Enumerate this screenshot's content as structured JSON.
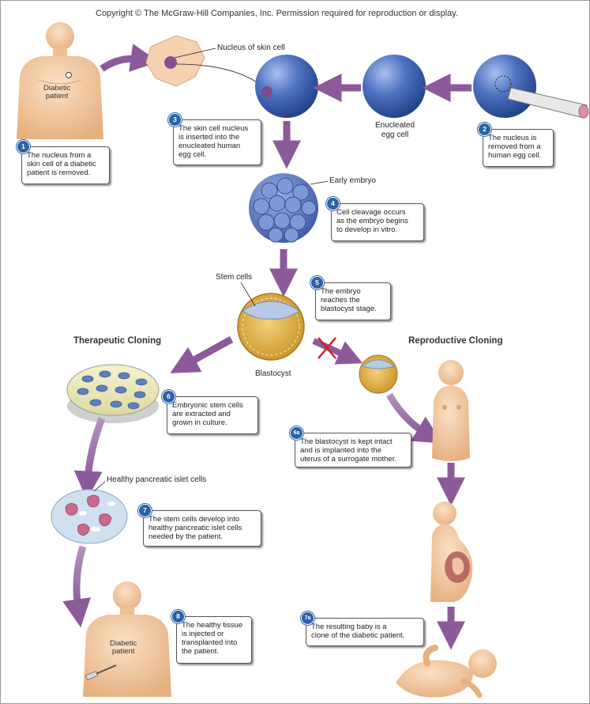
{
  "copyright": "Copyright © The McGraw-Hill Companies, Inc. Permission required for reproduction or display.",
  "sections": {
    "therapeutic": "Therapeutic Cloning",
    "reproductive": "Reproductive Cloning"
  },
  "labels": {
    "diabetic_patient_top": "Diabetic\npatient",
    "diabetic_patient_bottom": "Diabetic\npatient",
    "nucleus_of_skin_cell": "Nucleus of skin cell",
    "enucleated_egg_cell": "Enucleated\negg cell",
    "early_embryo": "Early embryo",
    "stem_cells": "Stem cells",
    "blastocyst": "Blastocyst",
    "healthy_islet_cells": "Healthy pancreatic islet cells"
  },
  "steps": [
    {
      "num": "1",
      "text": "The nucleus from a\nskin cell of a diabetic\npatient is removed."
    },
    {
      "num": "2",
      "text": "The nucleus is\nremoved from a\nhuman egg cell."
    },
    {
      "num": "3",
      "text": "The skin cell nucleus\nis inserted into the\nenucleated human\negg cell."
    },
    {
      "num": "4",
      "text": "Cell cleavage occurs\nas the embryo begins\nto develop in vitro."
    },
    {
      "num": "5",
      "text": "The embryo\nreaches the\nblastocyst stage."
    },
    {
      "num": "6",
      "text": "Embryonic stem cells\nare extracted and\ngrown in culture."
    },
    {
      "num": "6a",
      "text": "The blastocyst is kept intact\nand is implanted into the\nuterus of a surrogate mother."
    },
    {
      "num": "7",
      "text": "The stem cells develop into\nhealthy pancreatic islet cells\nneeded by the patient."
    },
    {
      "num": "7a",
      "text": "The resulting baby is a\nclone of the diabetic patient."
    },
    {
      "num": "8",
      "text": "The healthy tissue\nis injected or\ntransplanted into\nthe patient."
    }
  ],
  "colors": {
    "arrow": "#8c5a9a",
    "badge": "#2a62a8",
    "egg_blue": "#3d62b0",
    "skin": "#f2c49c",
    "blastocyst_gold": "#e2b446",
    "islet_pink": "#c06a8a"
  }
}
